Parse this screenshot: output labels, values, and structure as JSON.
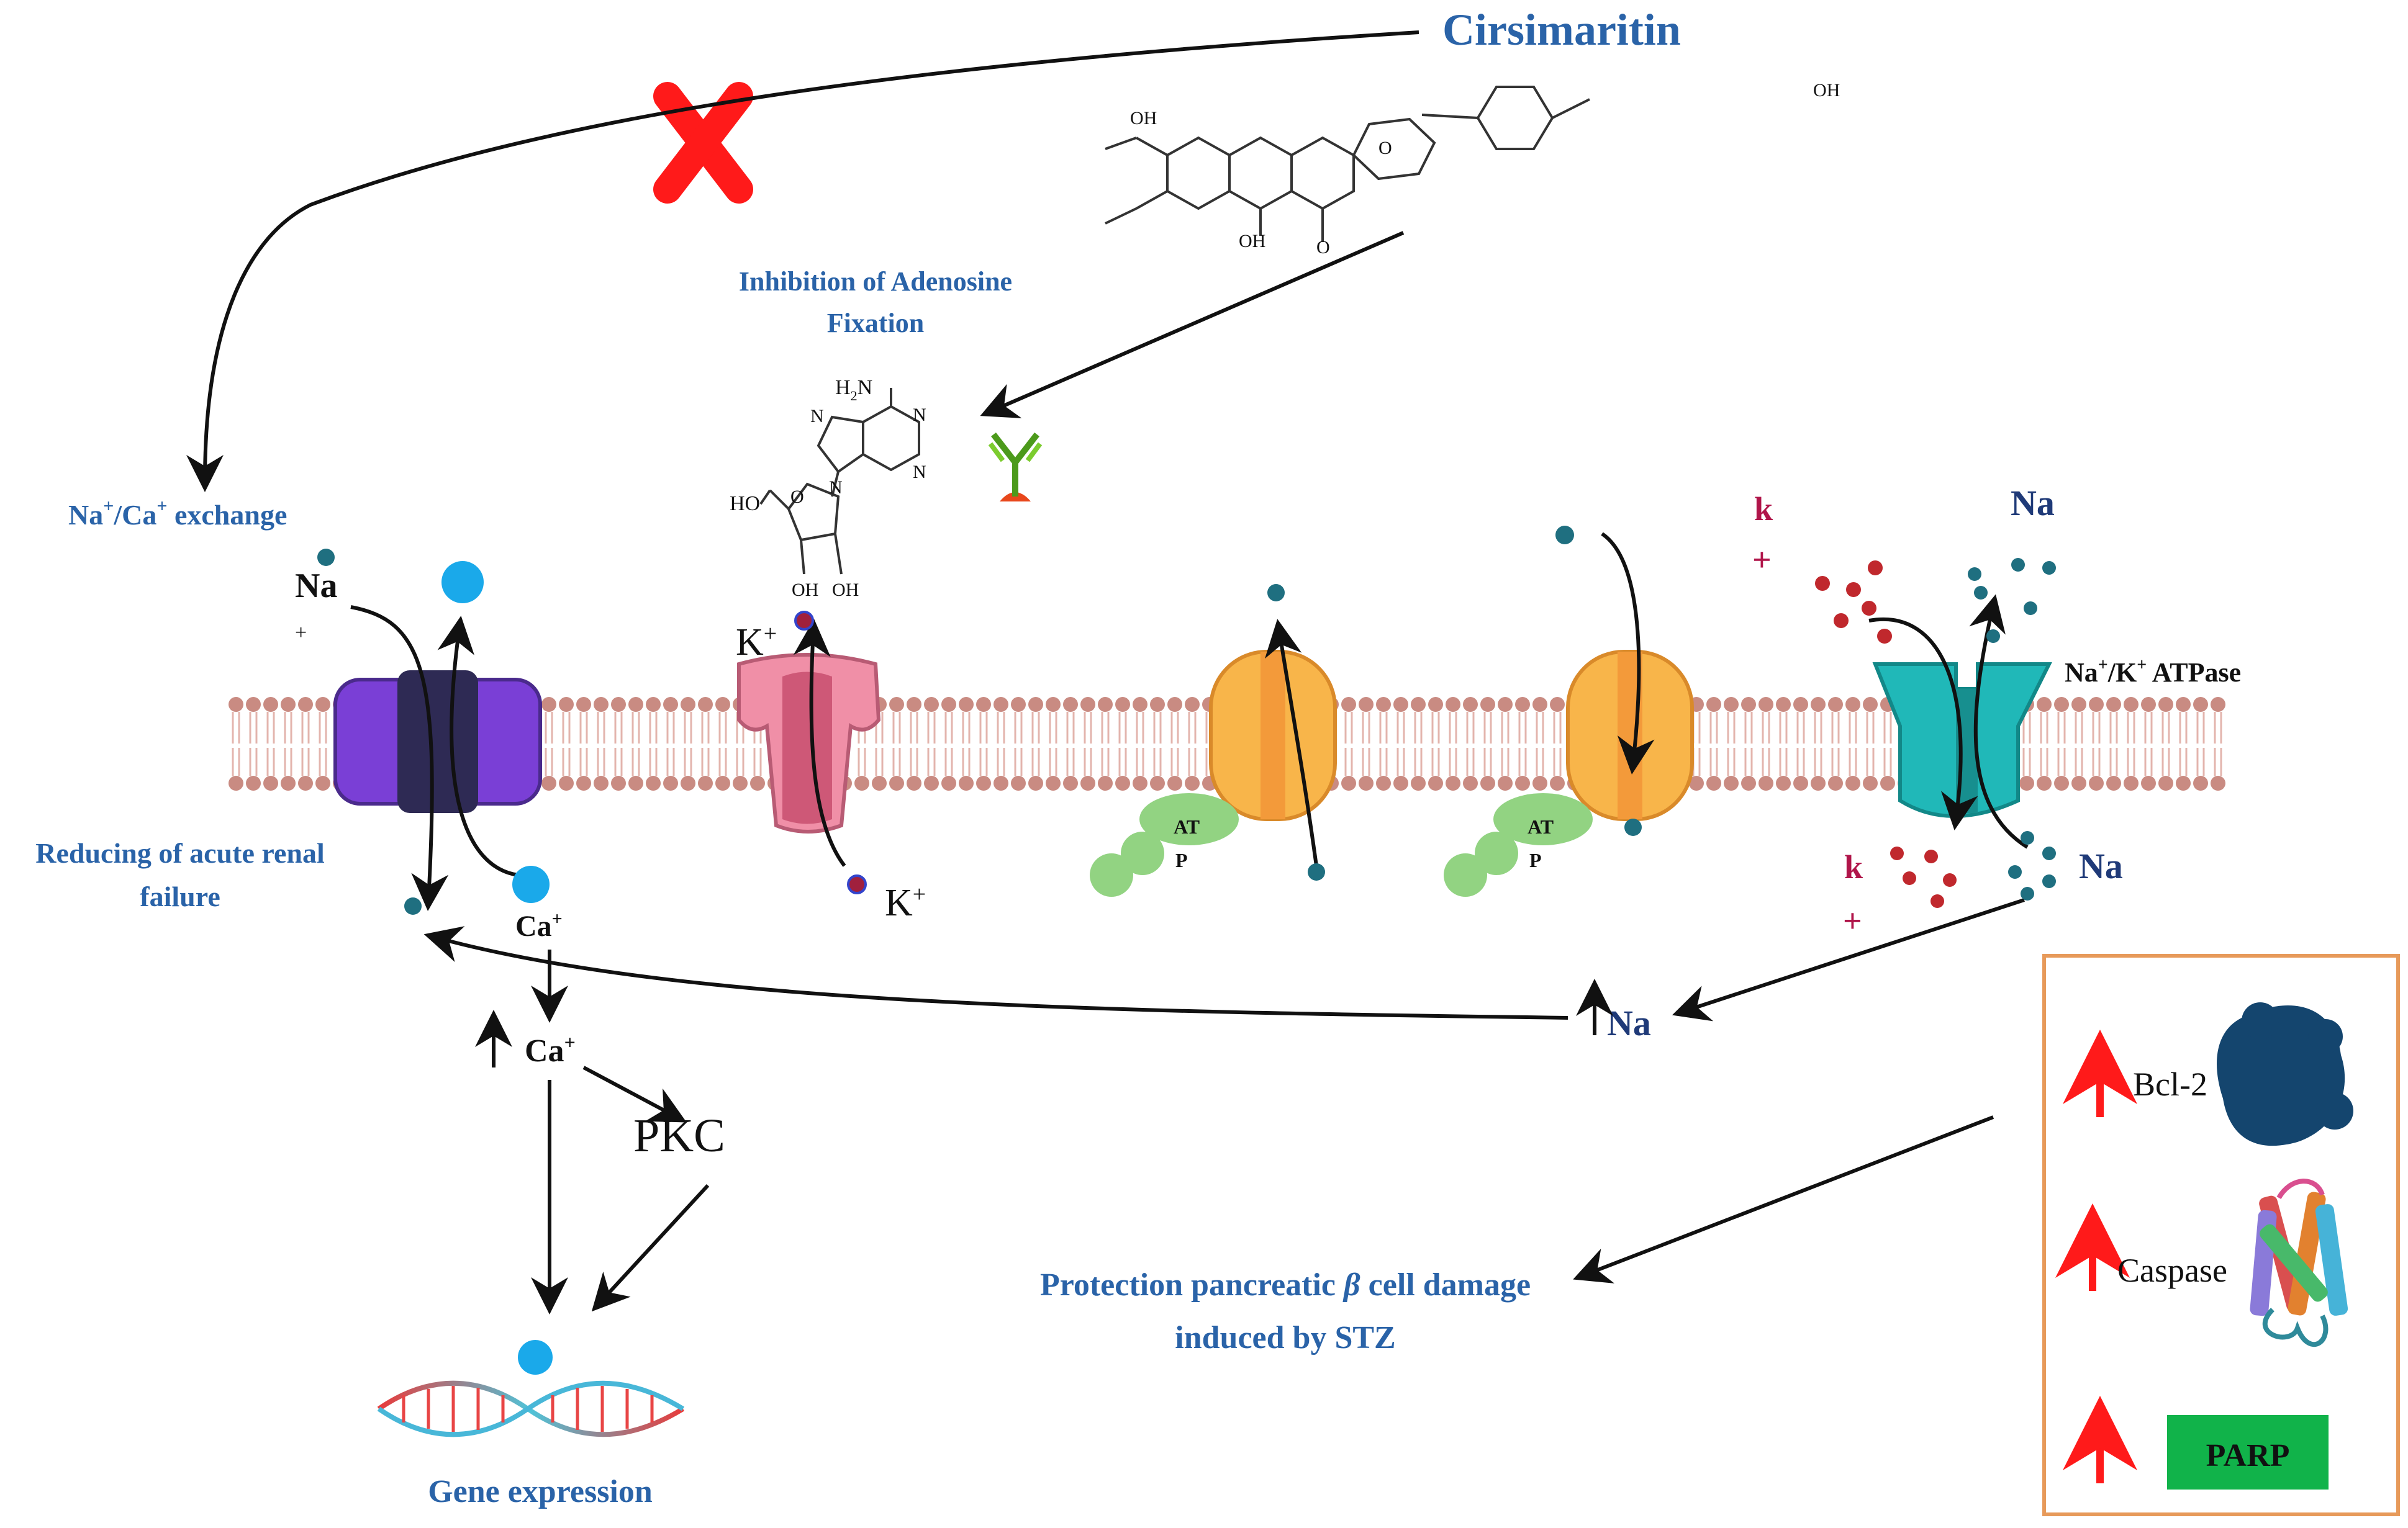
{
  "title": "Cirsimaritin",
  "labels": {
    "inhibition_line1": "Inhibition of Adenosine",
    "inhibition_line2": "Fixation",
    "exchange_a": "Na",
    "exchange_sup1": "+",
    "exchange_b": "/Ca",
    "exchange_sup2": "+",
    "exchange_c": " exchange",
    "renal_line1": "Reducing of acute renal",
    "renal_line2": "failure",
    "gene_expression": "Gene expression",
    "protection_line1": "Protection pancreatic",
    "protection_beta": "β",
    "protection_cell": " cell damage",
    "protection_line2": "induced by STZ",
    "atpase_a": "Na",
    "atpase_sup1": "+",
    "atpase_b": "/K",
    "atpase_sup2": "+",
    "atpase_c": " ATPase"
  },
  "ions": {
    "na_left": "Na",
    "na_left_plus": "+",
    "k_top": "K",
    "k_top_plus": "+",
    "k_bottom": "K",
    "k_bottom_plus": "+",
    "k_right_top": "k",
    "k_right_top_plus": "+",
    "na_right_top": "Na",
    "k_right_bottom": "k",
    "k_right_bottom_plus": "+",
    "na_right_bottom": "Na",
    "ca_1": "Ca",
    "ca_1_plus": "+",
    "ca_2": "Ca",
    "ca_2_plus": "+",
    "pkc": "PKC",
    "na_up": "Na",
    "atp1_top": "AT",
    "atp1_bottom": "P",
    "atp2_top": "AT",
    "atp2_bottom": "P"
  },
  "chemistry": {
    "oh_1": "OH",
    "oh_2": "OH",
    "oh_3": "OH",
    "h2n": "H",
    "h2n_sub": "2",
    "h2n_n": "N",
    "ho": "HO",
    "n1": "N",
    "n2": "N",
    "n3": "N",
    "n4": "N",
    "o_ring": "O",
    "o_carbonyl": "O",
    "o_pyran": "O",
    "oh_a": "OH",
    "oh_b": "OH"
  },
  "legend": {
    "bcl2": "Bcl-2",
    "caspase": "Caspase",
    "parp": "PARP"
  },
  "colors": {
    "blue_text": "#2a63a8",
    "navy_text": "#1f3a78",
    "red_cross": "#ff1a1a",
    "membrane_head": "#c98b82",
    "exchanger": "#7a3fd6",
    "k_channel": "#f08fa7",
    "orange_channel": "#f8b54a",
    "atpase": "#20b8b8",
    "atp_green": "#92d382",
    "ion_teal": "#1f6f80",
    "ion_cyan": "#1aa9ea",
    "k_red": "#c0282d",
    "legend_border": "#e79a5a",
    "parp_green": "#11b34a"
  }
}
